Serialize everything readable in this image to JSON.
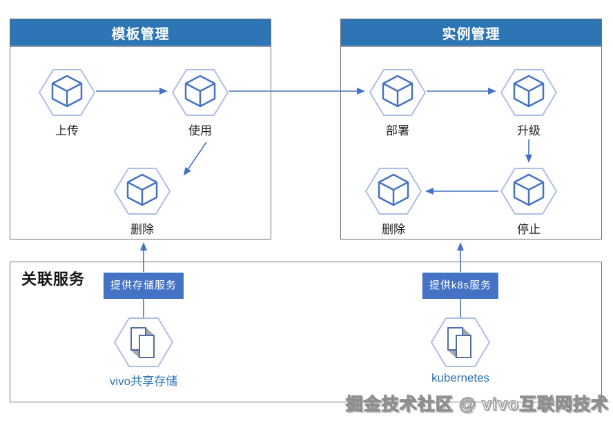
{
  "panels": {
    "template": {
      "title": "模板管理"
    },
    "instance": {
      "title": "实例管理"
    },
    "services": {
      "title": "关联服务"
    }
  },
  "nodes": {
    "upload": {
      "label": "上传"
    },
    "use": {
      "label": "使用"
    },
    "template_delete": {
      "label": "删除"
    },
    "deploy": {
      "label": "部署"
    },
    "upgrade": {
      "label": "升级"
    },
    "instance_delete": {
      "label": "删除"
    },
    "stop": {
      "label": "停止"
    },
    "storage": {
      "label": "vivo共享存储"
    },
    "k8s": {
      "label": "kubernetes"
    }
  },
  "badges": {
    "storage": {
      "label": "提供存储服务"
    },
    "k8s": {
      "label": "提供k8s服务"
    }
  },
  "watermark": {
    "text": "掘金技术社区 @ vivo互联网技术"
  },
  "colors": {
    "header_blue": "#2E75B6",
    "badge_blue": "#4472C4",
    "arrow_blue": "#4472C4",
    "cube_blue": "#4472C4",
    "hexagon_border": "#AEBDE6",
    "service_label_blue": "#2E75B6",
    "panel_border_gray": "#6E6E6E",
    "watermark_gray": "#8F8F8F"
  }
}
